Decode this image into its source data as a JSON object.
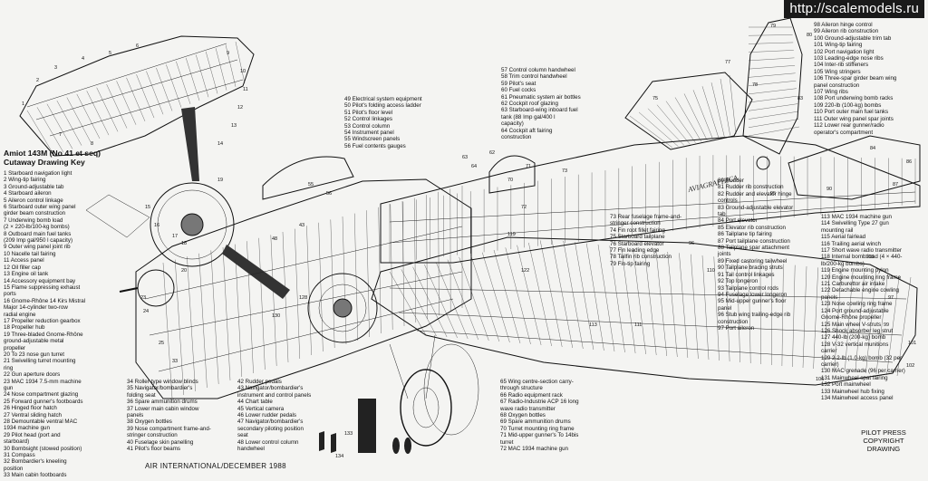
{
  "watermark": "http://scalemodels.ru",
  "title_line1": "Amiot 143M (No 41 et seq)",
  "title_line2": "Cutaway Drawing Key",
  "footer": "AIR INTERNATIONAL/DECEMBER 1988",
  "credit": [
    "PILOT PRESS",
    "COPYRIGHT",
    "DRAWING"
  ],
  "fuselage_script": "AVIAGRAPHICA",
  "key_col1": [
    "1  Starboard navigation light",
    "2  Wing-tip fairing",
    "3  Ground-adjustable tab",
    "4  Starboard aileron",
    "5  Aileron control linkage",
    "6  Starboard outer wing panel",
    "    girder beam construction",
    "7  Underwing bomb load",
    "    (2 × 220-lb/100-kg bombs)",
    "8  Outboard main fuel tanks",
    "    (209 Imp gal/950 l capacity)",
    "9  Outer wing panel joint rib",
    "10 Nacelle tail fairing",
    "11 Access panel",
    "12 Oil filler cap",
    "13 Engine oil tank",
    "14 Accessory equipment bay",
    "15 Flame suppressing exhaust",
    "    ports",
    "16 Gnome-Rhône 14 Kirs Mistral",
    "    Major 14-cylinder two-row",
    "    radial engine",
    "17 Propeller reduction gearbox",
    "18 Propeller hub",
    "19 Three-bladed Gnome-Rhône",
    "    ground-adjustable metal",
    "    propeller",
    "20 To 23 nose gun turret",
    "21 Swivelling turret mounting",
    "    ring",
    "22 Gun aperture doors",
    "23 MAC 1934 7.5-mm machine",
    "    gun",
    "24 Nose compartment glazing",
    "25 Forward gunner's footboards",
    "26 Hinged floor hatch",
    "27 Ventral sliding hatch",
    "28 Demountable ventral MAC",
    "    1934 machine gun",
    "29 Pilot head (port and",
    "    starboard)",
    "30 Bombsight (stowed position)",
    "31 Compass",
    "32 Bombardier's kneeling",
    "    position",
    "33 Main cabin footboards"
  ],
  "key_col2": [
    "34 Roller-type window blinds",
    "35 Navigator/bombardier's",
    "    folding seat",
    "36 Spare ammunition drums",
    "37 Lower main cabin window",
    "    panels",
    "38 Oxygen bottles",
    "39 Nose compartment frame-and-",
    "    stringer construction",
    "40 Fuselage skin panelling",
    "41 Pilot's floor beams"
  ],
  "key_col3": [
    "42 Rudder pedals",
    "43 Navigator/bombardier's",
    "    instrument and control panels",
    "44 Chart table",
    "45 Vertical camera",
    "46 Lower rudder pedals",
    "47 Navigator/bombardier's",
    "    secondary piloting position",
    "    seat",
    "48 Lower control column",
    "    handwheel"
  ],
  "key_col4": [
    "49 Electrical system equipment",
    "50 Pilot's folding access ladder",
    "51 Pilot's floor level",
    "52 Control linkages",
    "53 Control column",
    "54 Instrument panel",
    "55 Windscreen panels",
    "56 Fuel contents gauges"
  ],
  "key_col5": [
    "57 Control column handwheel",
    "58 Trim control handwheel",
    "59 Pilot's seat",
    "60 Fuel cocks",
    "61 Pneumatic system air bottles",
    "62 Cockpit roof glazing",
    "63 Starboard-wing inboard fuel",
    "    tank (88 Imp gal/400 l",
    "    capacity)",
    "64 Cockpit aft fairing",
    "    construction"
  ],
  "key_col6": [
    "65 Wing centre-section carry-",
    "    through structure",
    "66 Radio equipment rack",
    "67 Radio-Industrie ACP 16 long",
    "    wave radio transmitter",
    "68 Oxygen bottles",
    "69 Spare ammunition drums",
    "70 Turret mounting ring frame",
    "71 Mid-upper gunner's To 14bis",
    "    turret",
    "72 MAC 1934 machine gun"
  ],
  "key_col7": [
    "73 Rear fuselage frame-and-",
    "    stringer construction",
    "74 Fin root fillet fairing",
    "75 Starboard tailplane",
    "76 Starboard elevator",
    "77 Fin leading edge",
    "78 Tailfin rib construction",
    "79 Fin-tip fairing"
  ],
  "key_col8": [
    "80 Rudder",
    "81 Rudder rib construction",
    "82 Rudder and elevator hinge",
    "    controls",
    "83 Ground-adjustable elevator",
    "    tab",
    "84 Port elevator",
    "85 Elevator rib construction",
    "86 Tailplane tip fairing",
    "87 Port tailplane construction",
    "88 Tailplane spar attachment",
    "    joints",
    "89 Fixed castoring tailwheel",
    "90 Tailplane bracing struts",
    "91 Tail control linkages",
    "92 Top longeron",
    "93 Tailplane control rods",
    "94 Fuselage lower longeron",
    "95 Mid-upper gunner's floor",
    "    panel",
    "96 Stub wing trailing-edge rib",
    "    construction",
    "97 Port aileron"
  ],
  "key_col9": [
    "98  Aileron hinge control",
    "99  Aileron rib construction",
    "100 Ground-adjustable trim tab",
    "101 Wing-tip fairing",
    "102 Port navigation light",
    "103 Leading-edge nose ribs",
    "104 Inter-rib stiffeners",
    "105 Wing stringers",
    "106 Three-spar girder beam wing",
    "     panel construction",
    "107 Wing ribs",
    "108 Port underwing bomb racks",
    "109 220-lb (100-kg) bombs",
    "110 Port outer main fuel tanks",
    "111 Outer wing panel spar joints",
    "112 Lower rear gunner/radio",
    "     operator's compartment"
  ],
  "key_col10": [
    "113 MAC 1934 machine gun",
    "114 Swivelling Type 27 gun",
    "     mounting rail",
    "115 Aerial fairlead",
    "116 Trailing aerial winch",
    "117 Short wave radio transmitter",
    "118 Internal bomb load (4 × 440-",
    "     lb/200-kg bombs)",
    "119 Engine mounting pylon",
    "120 Engine mounting ring frame",
    "121 Carburettor air intake",
    "122 Detachable engine cowling",
    "     panels",
    "123 Nose cowling ring frame",
    "124 Port ground-adjustable",
    "     Gnome-Rhône propeller",
    "125 Main wheel V-struts",
    "126 Shock absorber leg strut",
    "127 440-lb (200-kg) bomb",
    "128 V-32 vertical munitions",
    "     carrier",
    "129 2.2-lb (1.0-kg) bomb (32 per",
    "     carrier)",
    "130 MAC grenade (96 per carrier)",
    "131 Mainwheel spat fairing",
    "132 Port mainwheel",
    "133 Mainwheel hub fixing",
    "134 Mainwheel access panel"
  ],
  "diagram_numbers": [
    "1",
    "2",
    "3",
    "4",
    "5",
    "6",
    "7",
    "8",
    "9",
    "10",
    "11",
    "12",
    "13",
    "14",
    "15",
    "16",
    "17",
    "18",
    "19",
    "20",
    "23",
    "24",
    "25",
    "33",
    "43",
    "48",
    "55",
    "56",
    "62",
    "63",
    "64",
    "70",
    "71",
    "72",
    "73",
    "75",
    "77",
    "78",
    "79",
    "80",
    "83",
    "84",
    "86",
    "87",
    "90",
    "95",
    "96",
    "97",
    "99",
    "101",
    "102",
    "103",
    "106",
    "110",
    "111",
    "113",
    "119",
    "122",
    "128",
    "130",
    "133",
    "134"
  ]
}
